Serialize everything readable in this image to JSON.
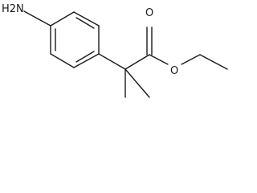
{
  "molecule": {
    "atoms": {
      "amine": {
        "symbol": "H2N",
        "element": "N"
      },
      "carbonyl_oxygen": {
        "symbol": "O",
        "element": "O"
      },
      "ester_oxygen": {
        "symbol": "O",
        "element": "O"
      }
    }
  },
  "colors": {
    "bond": "#1a1a1a",
    "label": "#1a1a1a",
    "background": "#ffffff"
  }
}
